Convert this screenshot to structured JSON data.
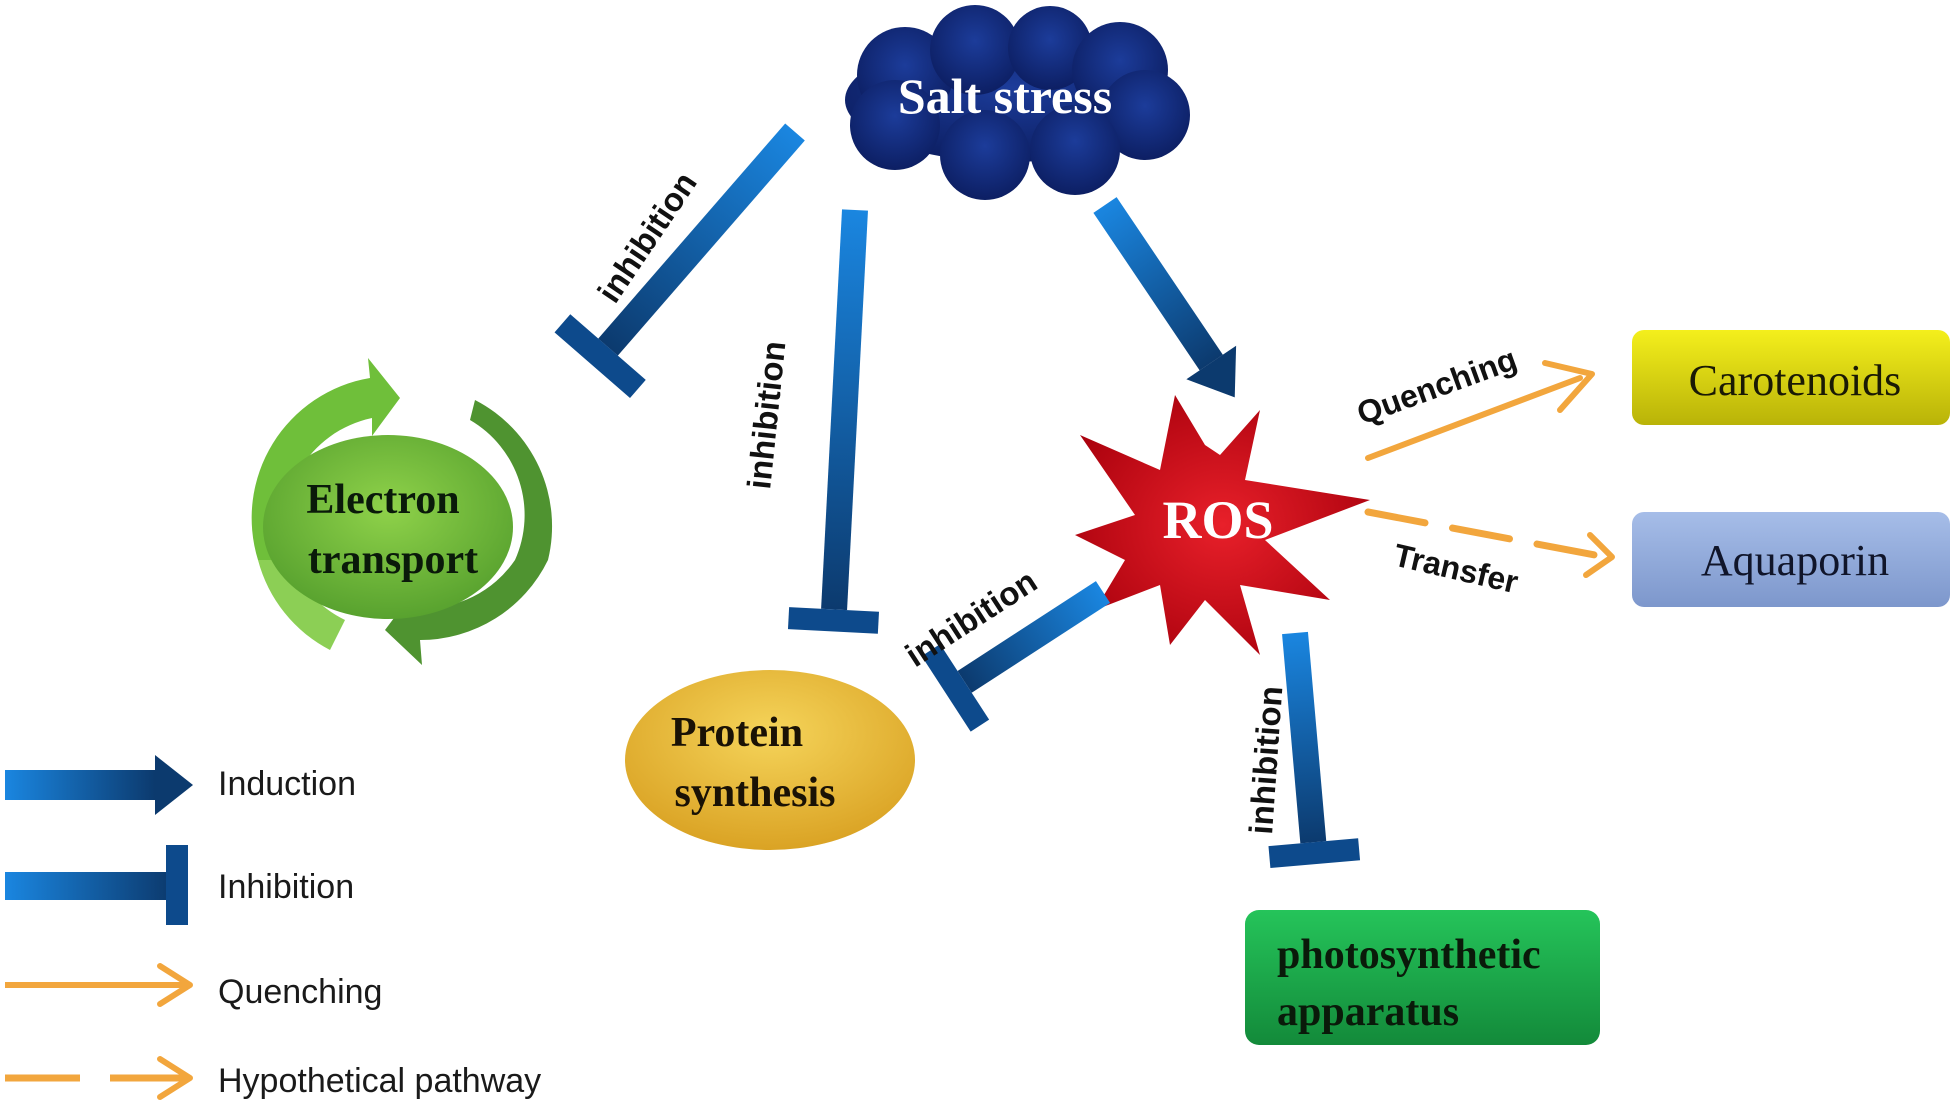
{
  "nodes": {
    "salt_stress": "Salt stress",
    "electron_transport_line1": "Electron",
    "electron_transport_line2": "transport",
    "protein_synthesis_line1": "Protein",
    "protein_synthesis_line2": "synthesis",
    "ros": "ROS",
    "carotenoids": "Carotenoids",
    "aquaporin": "Aquaporin",
    "photosynthetic_line1": "photosynthetic",
    "photosynthetic_line2": "apparatus"
  },
  "edge_labels": {
    "salt_to_electron": "inhibition",
    "salt_to_protein": "inhibition",
    "ros_to_protein": "inhibition",
    "ros_to_photosynthetic": "inhibition",
    "ros_to_carotenoids": "Quenching",
    "ros_to_aquaporin": "Transfer"
  },
  "legend": {
    "induction": "Induction",
    "inhibition": "Inhibition",
    "quenching": "Quenching",
    "hypothetical": "Hypothetical pathway"
  },
  "colors": {
    "arrow_blue_light": "#1a7fd6",
    "arrow_blue_dark": "#0d3c73",
    "orange": "#f2a63d",
    "cloud": "#10287a",
    "ros": "#d0101a",
    "carotenoids": "#d9d30a",
    "aquaporin": "#8fa9dc",
    "photosynthetic": "#1aa54a",
    "protein": "#e8b93a",
    "electron": "#6bb43a"
  }
}
